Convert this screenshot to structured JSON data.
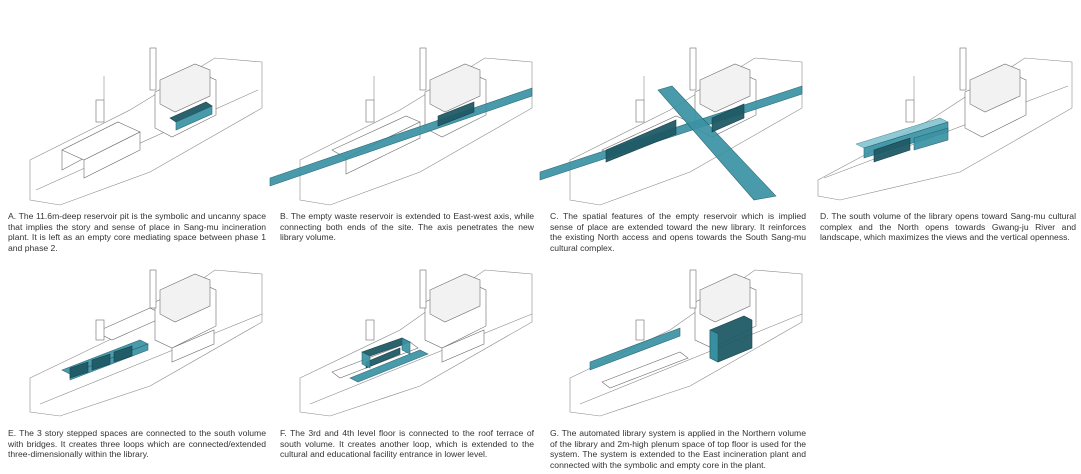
{
  "panels": [
    {
      "id": "A",
      "caption": "A. The 11.6m-deep reservoir pit is the symbolic and uncanny space that implies the story and sense of place in Sang-mu incineration plant. It is left as an empty core mediating space between phase 1 and phase 2."
    },
    {
      "id": "B",
      "caption": "B. The empty waste reservoir is extended to East-west axis, while connecting both ends of the site. The axis penetrates the new library volume."
    },
    {
      "id": "C",
      "caption": "C. The spatial features of the empty reservoir which is implied sense of place are extended toward the new library. It reinforces the existing North access and opens towards the South Sang-mu cultural complex."
    },
    {
      "id": "D",
      "caption": "D. The south volume of the library opens toward Sang-mu cultural complex and the North opens towards Gwang-ju River and landscape, which maximizes the views and the vertical openness."
    },
    {
      "id": "E",
      "caption": "E. The 3 story stepped spaces are connected to the south volume with bridges. It creates three loops which are connected/extended three-dimensionally within the library."
    },
    {
      "id": "F",
      "caption": "F. The 3rd and 4th level floor is connected to the roof terrace of south volume. It creates another loop, which is extended to the cultural and educational facility entrance in lower level."
    },
    {
      "id": "G",
      "caption": "G. The automated library system is applied in the Northern volume of the library and 2m-high plenum space of top floor is used for the system. The system is extended to the East incineration plant and connected with the symbolic and empty core in the plant."
    }
  ],
  "colors": {
    "accent": "#3a93a4",
    "accent_dark": "#1f5a66",
    "line": "#6d6d6d"
  }
}
